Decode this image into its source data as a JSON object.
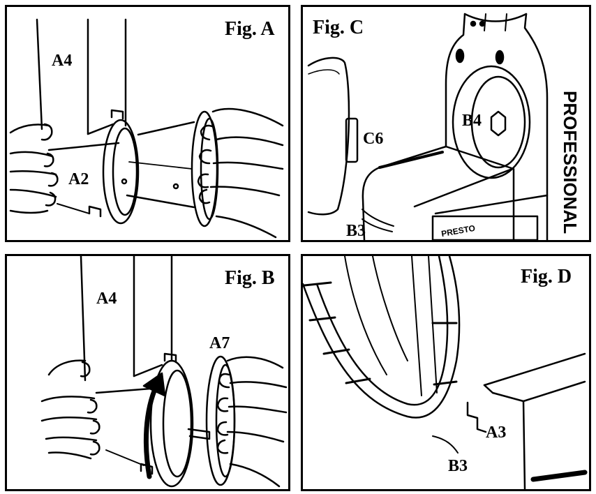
{
  "figures": {
    "a": {
      "title": "Fig. A",
      "labels": {
        "a4": "A4",
        "a2": "A2"
      }
    },
    "b": {
      "title": "Fig. B",
      "labels": {
        "a4": "A4",
        "a7": "A7"
      }
    },
    "c": {
      "title": "Fig. C",
      "labels": {
        "b4": "B4",
        "c6": "C6",
        "b3": "B3"
      },
      "brand_text": "PROFESSIONAL",
      "logo_text": "PRESTO"
    },
    "d": {
      "title": "Fig. D",
      "labels": {
        "a3": "A3",
        "b3": "B3"
      }
    }
  }
}
